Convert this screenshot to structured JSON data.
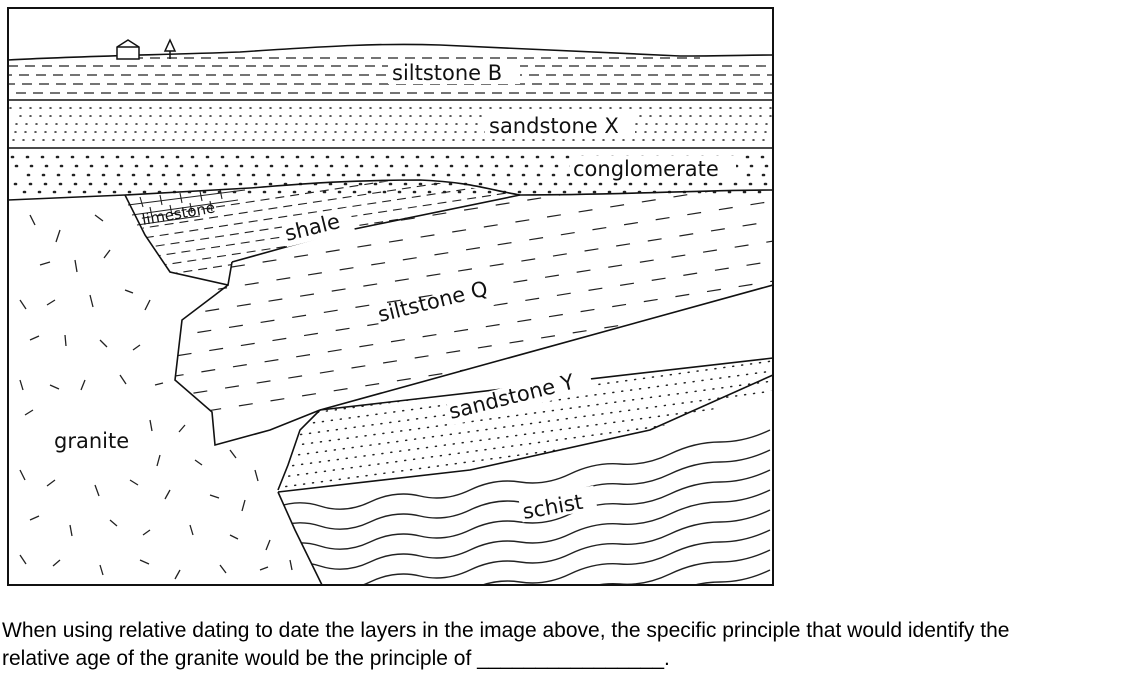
{
  "diagram": {
    "layers": {
      "siltstone_b": "siltstone B",
      "sandstone_x": "sandstone X",
      "conglomerate": "conglomerate",
      "limestone": "limestone",
      "shale": "shale",
      "siltstone_q": "siltstone Q",
      "sandstone_y": "sandstone Y",
      "schist": "schist",
      "granite": "granite"
    },
    "icons": [
      "house-icon",
      "tree-icon"
    ]
  },
  "question": {
    "line1": "When using relative dating to date the layers in the image above, the specific principle that would identify the",
    "line2": "relative age of the granite would be the principle of ________________."
  }
}
